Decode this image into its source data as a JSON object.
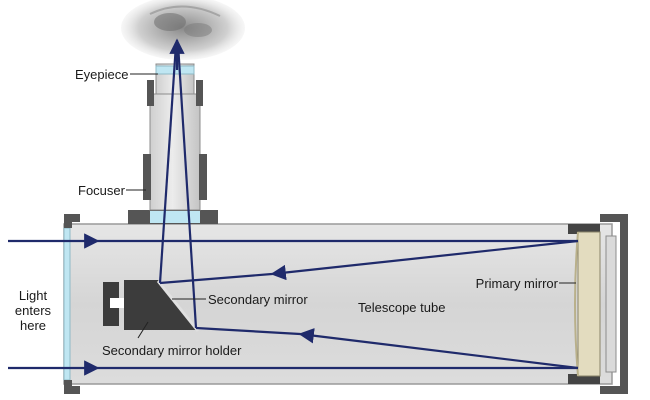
{
  "diagram": {
    "labels": {
      "eyepiece": "Eyepiece",
      "focuser": "Focuser",
      "light_line1": "Light",
      "light_line2": "enters",
      "light_line3": "here",
      "secondary_mirror": "Secondary mirror",
      "telescope_tube": "Telescope tube",
      "primary_mirror": "Primary mirror",
      "secondary_mirror_holder": "Secondary mirror holder"
    },
    "colors": {
      "tube_fill": "#d9d9d9",
      "tube_stroke": "#9a9a9a",
      "bracket": "#555555",
      "ray": "#1f2a6b",
      "aperture_glass": "#bfe6f2",
      "primary_mirror": "#e3dcbf",
      "holder": "#3c3c3c"
    },
    "icons": {
      "eye": "eye-icon"
    }
  }
}
